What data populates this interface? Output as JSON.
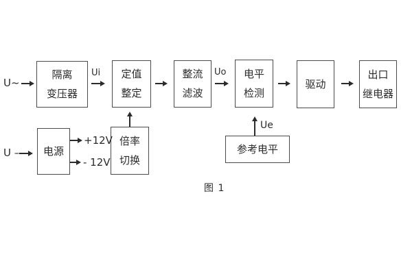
{
  "colors": {
    "background": "#ffffff",
    "ink": "#2b2b2b",
    "box_border": "#4a4a4a"
  },
  "diagram": {
    "caption": "图 1",
    "inputs": {
      "ac": "U~",
      "dc": "U –"
    },
    "signals": {
      "ui": "Ui",
      "uo": "Uo",
      "ue": "Ue",
      "plus12v": "+12V",
      "minus12v": "- 12V"
    },
    "boxes": {
      "isolation_transformer": {
        "lines": [
          "隔离",
          "变压器"
        ]
      },
      "setting_adjust": {
        "lines": [
          "定值",
          "整定"
        ]
      },
      "rectifier_filter": {
        "lines": [
          "整流",
          "滤波"
        ]
      },
      "level_detect": {
        "lines": [
          "电平",
          "检测"
        ]
      },
      "driver": {
        "lines": [
          "驱动"
        ]
      },
      "output_relay": {
        "lines": [
          "出口",
          "继电器"
        ]
      },
      "power_supply": {
        "lines": [
          "电源"
        ]
      },
      "ratio_switch": {
        "lines": [
          "倍率",
          "切换"
        ]
      },
      "reference_level": {
        "lines": [
          "参考电平"
        ]
      }
    }
  }
}
